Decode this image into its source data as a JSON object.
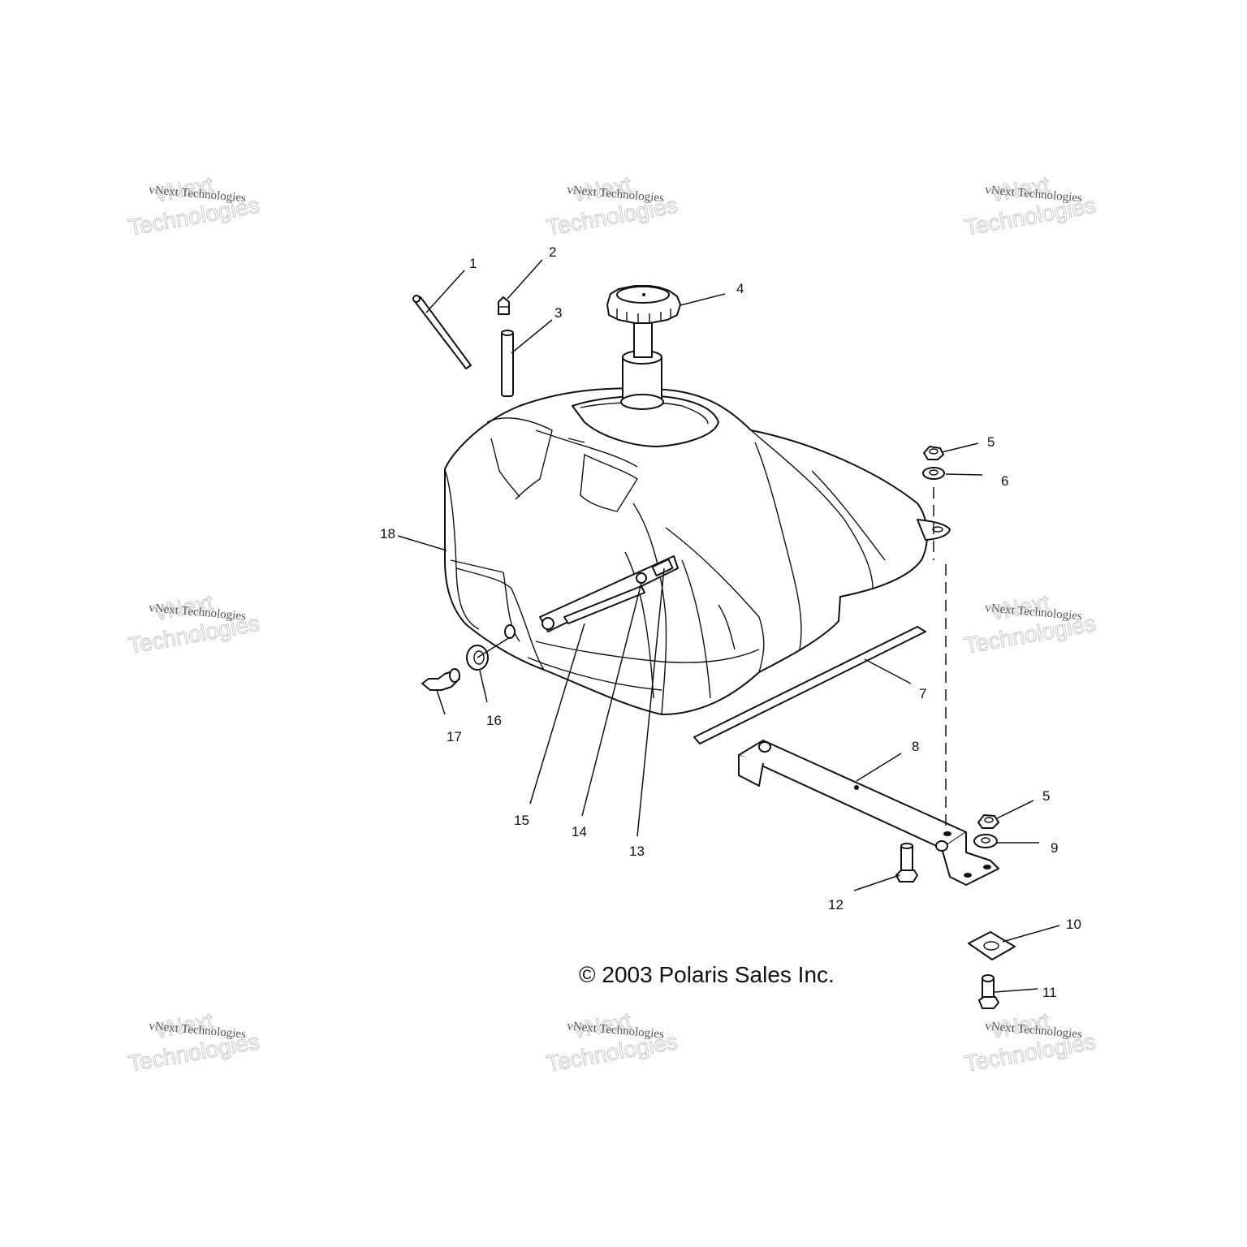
{
  "copyright": "© 2003 Polaris Sales Inc.",
  "watermark": {
    "caption": "vNext Technologies",
    "ghost_top": "vNext",
    "ghost_bottom": "Technologies"
  },
  "callouts": {
    "c1": "1",
    "c2": "2",
    "c3": "3",
    "c4": "4",
    "c5a": "5",
    "c5b": "5",
    "c6": "6",
    "c7": "7",
    "c8": "8",
    "c9": "9",
    "c10": "10",
    "c11": "11",
    "c12": "12",
    "c13": "13",
    "c14": "14",
    "c15": "15",
    "c16": "16",
    "c17": "17",
    "c18": "18"
  }
}
